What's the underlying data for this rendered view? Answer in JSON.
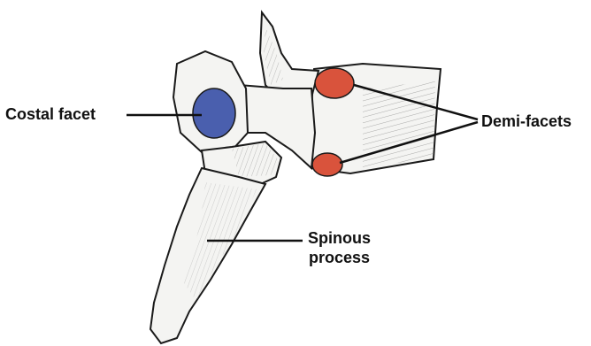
{
  "labels": {
    "costal_facet": "Costal facet",
    "demi_facets": "Demi-facets",
    "spinous_line1": "Spinous",
    "spinous_line2": "process"
  },
  "colors": {
    "costal_facet": "#4a5fae",
    "demi_facet": "#d9533c",
    "bone_outline": "#1a1a1a",
    "bone_fill": "#f4f4f2"
  }
}
